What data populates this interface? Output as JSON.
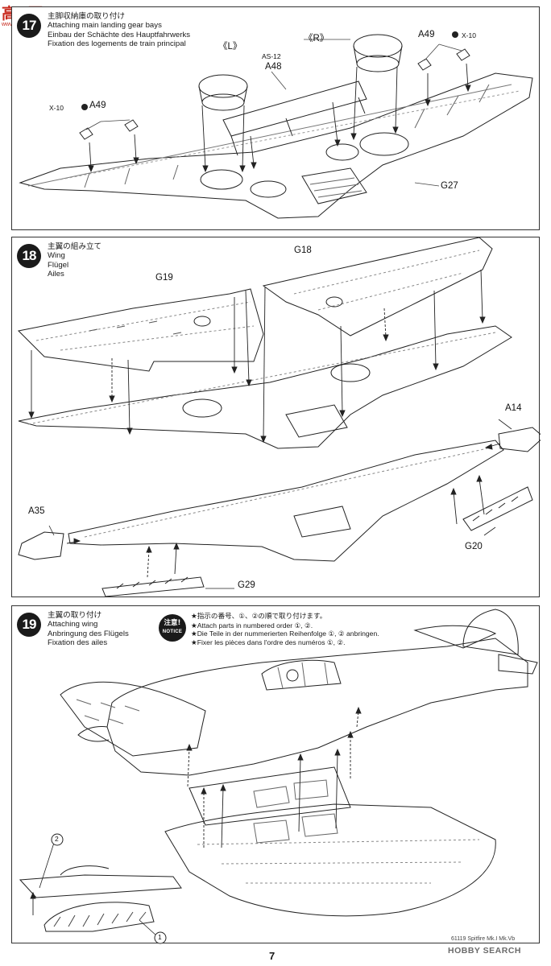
{
  "watermark_top": {
    "main": "高●网",
    "sub": "www.hobbyrise.com"
  },
  "step17": {
    "number": "17",
    "title_ja": "主脚収納庫の取り付け",
    "title_en": "Attaching main landing gear bays",
    "title_de": "Einbau der Schächte des Hauptfahrwerks",
    "title_fr": "Fixation des logements de train principal",
    "labels": {
      "left": "《L》",
      "right": "《R》",
      "as12": "AS-12",
      "a48": "A48",
      "a49_right": "A49",
      "x10_right": "X-10",
      "x10_left": "X-10",
      "a49_left": "A49",
      "g27": "G27"
    }
  },
  "step18": {
    "number": "18",
    "title_ja": "主翼の組み立て",
    "title_en": "Wing",
    "title_de": "Flügel",
    "title_fr": "Ailes",
    "labels": {
      "g19": "G19",
      "g18": "G18",
      "a14": "A14",
      "a35": "A35",
      "g20": "G20",
      "g29": "G29"
    }
  },
  "step19": {
    "number": "19",
    "title_ja": "主翼の取り付け",
    "title_en": "Attaching wing",
    "title_de": "Anbringung des Flügels",
    "title_fr": "Fixation des ailes",
    "notice": {
      "badge_ja": "注意!",
      "badge_en": "NOTICE",
      "line_ja": "★指示の番号、①、②の順で取り付けます。",
      "line_en": "★Attach parts in numbered order ①, ②.",
      "line_de": "★Die Teile in der nummerierten Reihenfolge ①, ② anbringen.",
      "line_fr": "★Fixer les pièces dans l'ordre des numéros ①, ②."
    },
    "order_2": "2",
    "order_1": "1"
  },
  "page_number": "7",
  "caption": "61119 Spitfire Mk.I Mk.Vb",
  "watermark_bottom": "HOBBY SEARCH"
}
